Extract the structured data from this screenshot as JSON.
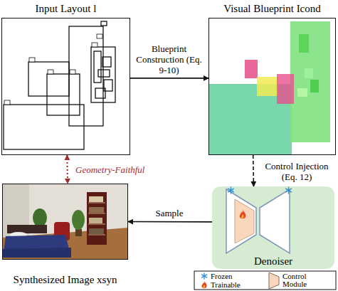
{
  "diagram": {
    "nodes": [
      {
        "text": [
          "Input Layout l"
        ]
      },
      {
        "text": [
          "Visual Blueprint Icond"
        ]
      },
      {
        "text": [
          "Denoiser"
        ]
      },
      {
        "text": [
          "Synthesized Image xsyn"
        ]
      }
    ],
    "edges": [
      {
        "from": 0,
        "to": 1,
        "arrow": "to",
        "label": "Blueprint Construction (Eq. 9-10)"
      },
      {
        "from": 1,
        "to": 2,
        "arrow": "to",
        "label": "Control Injection (Eq. 12)"
      },
      {
        "from": 2,
        "to": 3,
        "arrow": "to",
        "label": "Sample"
      },
      {
        "from": 0,
        "to": 3,
        "arrow": "both",
        "label": "Geometry-Faithful"
      }
    ],
    "legend": [
      {
        "text": "Frozen"
      },
      {
        "text": "Trainable"
      },
      {
        "text": "Control Module"
      }
    ]
  }
}
